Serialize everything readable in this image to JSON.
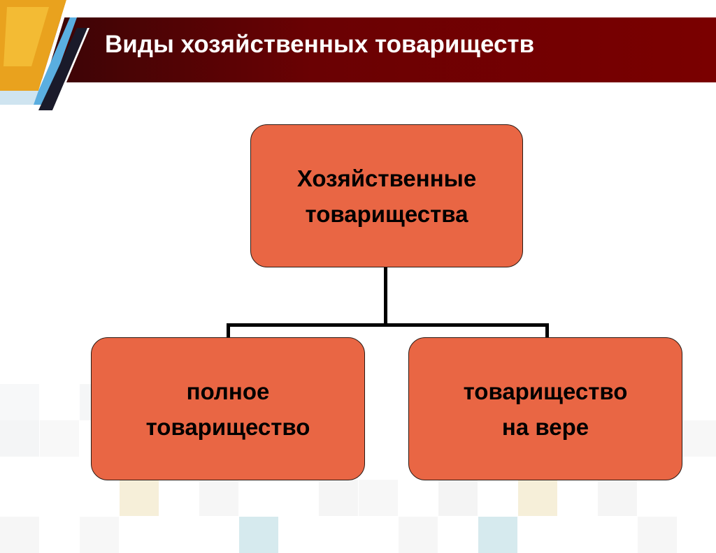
{
  "slide": {
    "title": "Виды хозяйственных товариществ",
    "colors": {
      "header_bar": "#6a0103",
      "box_fill": "#e96644",
      "box_border": "#2a1a14",
      "connector": "#000000",
      "title_text": "#ffffff"
    }
  },
  "diagram": {
    "root": {
      "line1": "Хозяйственные",
      "line2": "товарищества"
    },
    "children": [
      {
        "line1": "полное",
        "line2": "товарищество"
      },
      {
        "line1": "товарищество",
        "line2": "на вере"
      }
    ]
  }
}
